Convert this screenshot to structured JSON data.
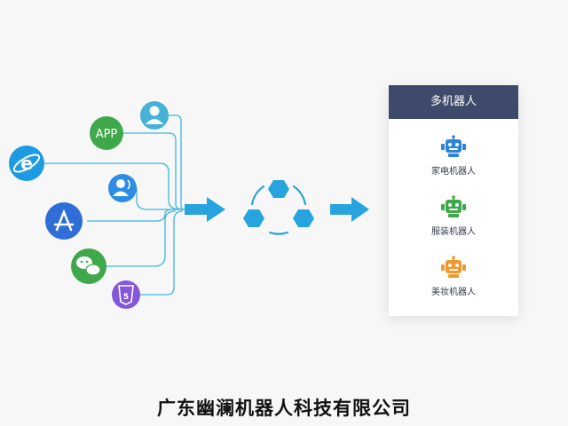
{
  "sources": [
    {
      "label": "",
      "icon": "user-icon",
      "color": "#45b1d4"
    },
    {
      "label": "APP",
      "icon": "app-badge",
      "color": "#3fa84b"
    },
    {
      "label": "",
      "icon": "ie-browser-icon",
      "color": "#1e9be0"
    },
    {
      "label": "",
      "icon": "contact-icon",
      "color": "#2d8ce3"
    },
    {
      "label": "",
      "icon": "app-store-icon",
      "color": "#2e6ed6"
    },
    {
      "label": "",
      "icon": "wechat-icon",
      "color": "#3fa84b"
    },
    {
      "label": "",
      "icon": "html5-icon",
      "color": "#8456d9"
    }
  ],
  "hub": {
    "icon": "hexagon-cluster-icon",
    "color": "#27a4dd"
  },
  "panel": {
    "title": "多机器人",
    "header_color": "#3d4a6b",
    "robots": [
      {
        "label": "家电机器人",
        "color": "#2d84db"
      },
      {
        "label": "服装机器人",
        "color": "#3fa84b"
      },
      {
        "label": "美妆机器人",
        "color": "#f0982e"
      }
    ]
  },
  "footer": {
    "company": "广东幽澜机器人科技有限公司"
  },
  "colors": {
    "line": "#3fb6e0",
    "arrow": "#27a4dd"
  }
}
